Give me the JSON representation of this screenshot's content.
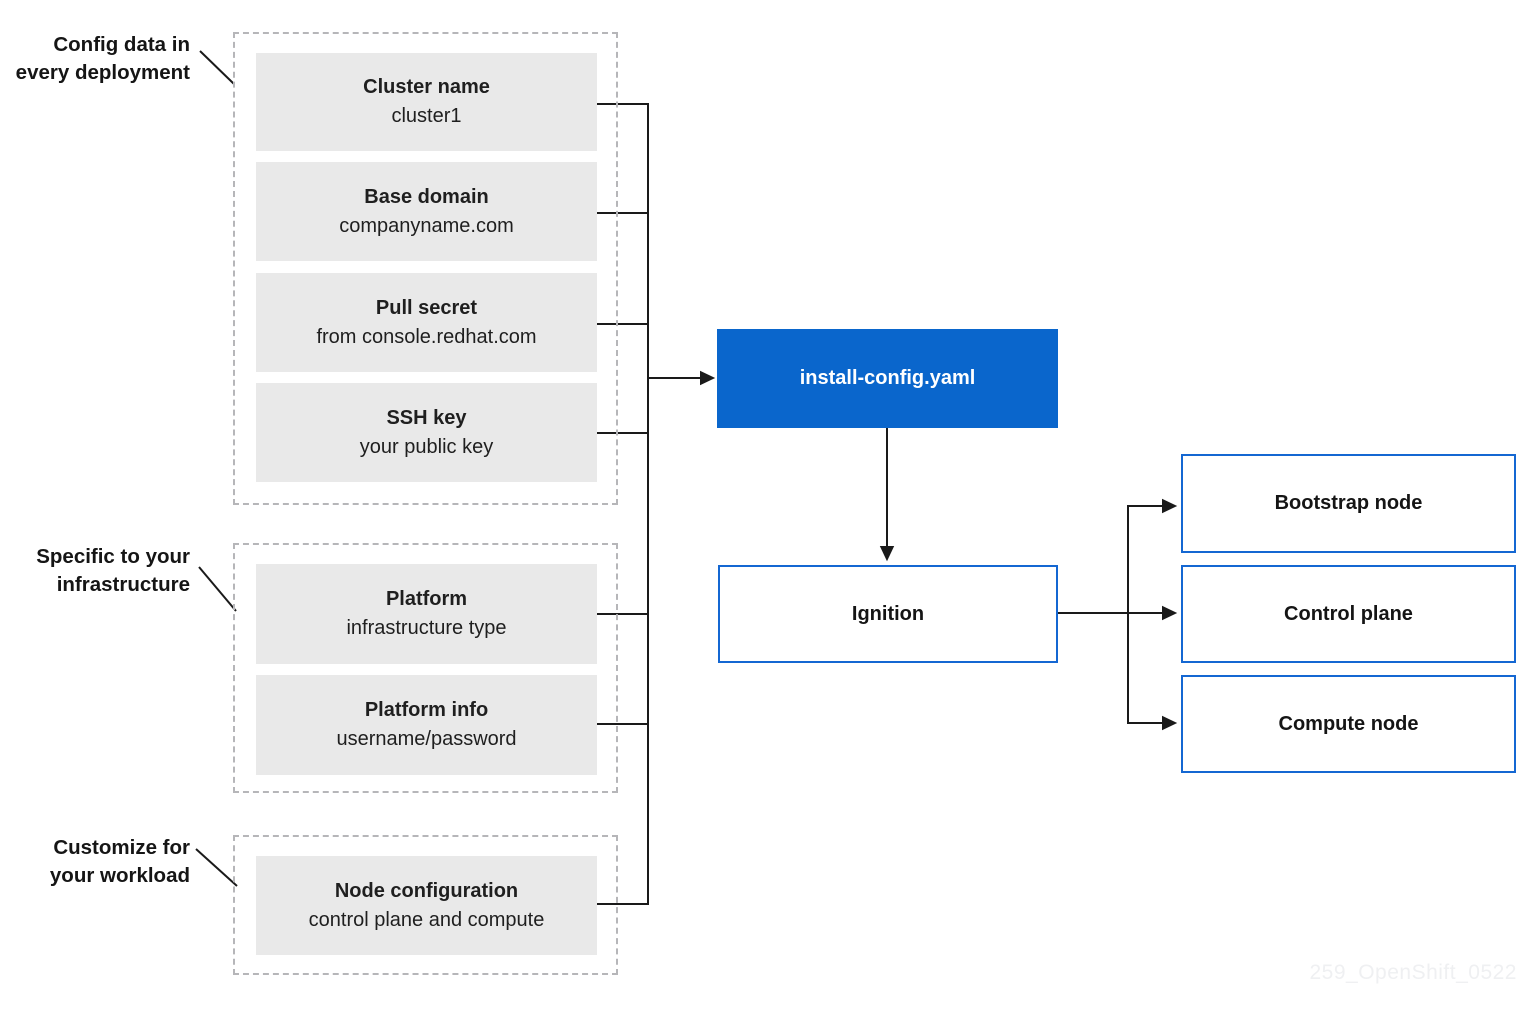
{
  "colors": {
    "accent_blue_fill": "#0a66cc",
    "outline_blue": "#1467d2",
    "config_box_gray": "#e9e9e9",
    "dashed_border_gray": "#b6b6b9",
    "connector_black": "#1a1a1a",
    "watermark_gray": "#eff0f2"
  },
  "groups": [
    {
      "label_lines": [
        "Config data in",
        "every deployment"
      ],
      "items": [
        {
          "title": "Cluster name",
          "subtitle": "cluster1"
        },
        {
          "title": "Base domain",
          "subtitle": "companyname.com"
        },
        {
          "title": "Pull secret",
          "subtitle": "from console.redhat.com"
        },
        {
          "title": "SSH key",
          "subtitle": "your public key"
        }
      ]
    },
    {
      "label_lines": [
        "Specific to your",
        "infrastructure"
      ],
      "items": [
        {
          "title": "Platform",
          "subtitle": "infrastructure type"
        },
        {
          "title": "Platform info",
          "subtitle": "username/password"
        }
      ]
    },
    {
      "label_lines": [
        "Customize for",
        "your workload"
      ],
      "items": [
        {
          "title": "Node configuration",
          "subtitle": "control plane and compute"
        }
      ]
    }
  ],
  "center": {
    "install_config_label": "install-config.yaml",
    "ignition_label": "Ignition"
  },
  "nodes": [
    {
      "label": "Bootstrap node"
    },
    {
      "label": "Control plane"
    },
    {
      "label": "Compute node"
    }
  ],
  "watermark": {
    "text": "259_OpenShift_0522"
  }
}
